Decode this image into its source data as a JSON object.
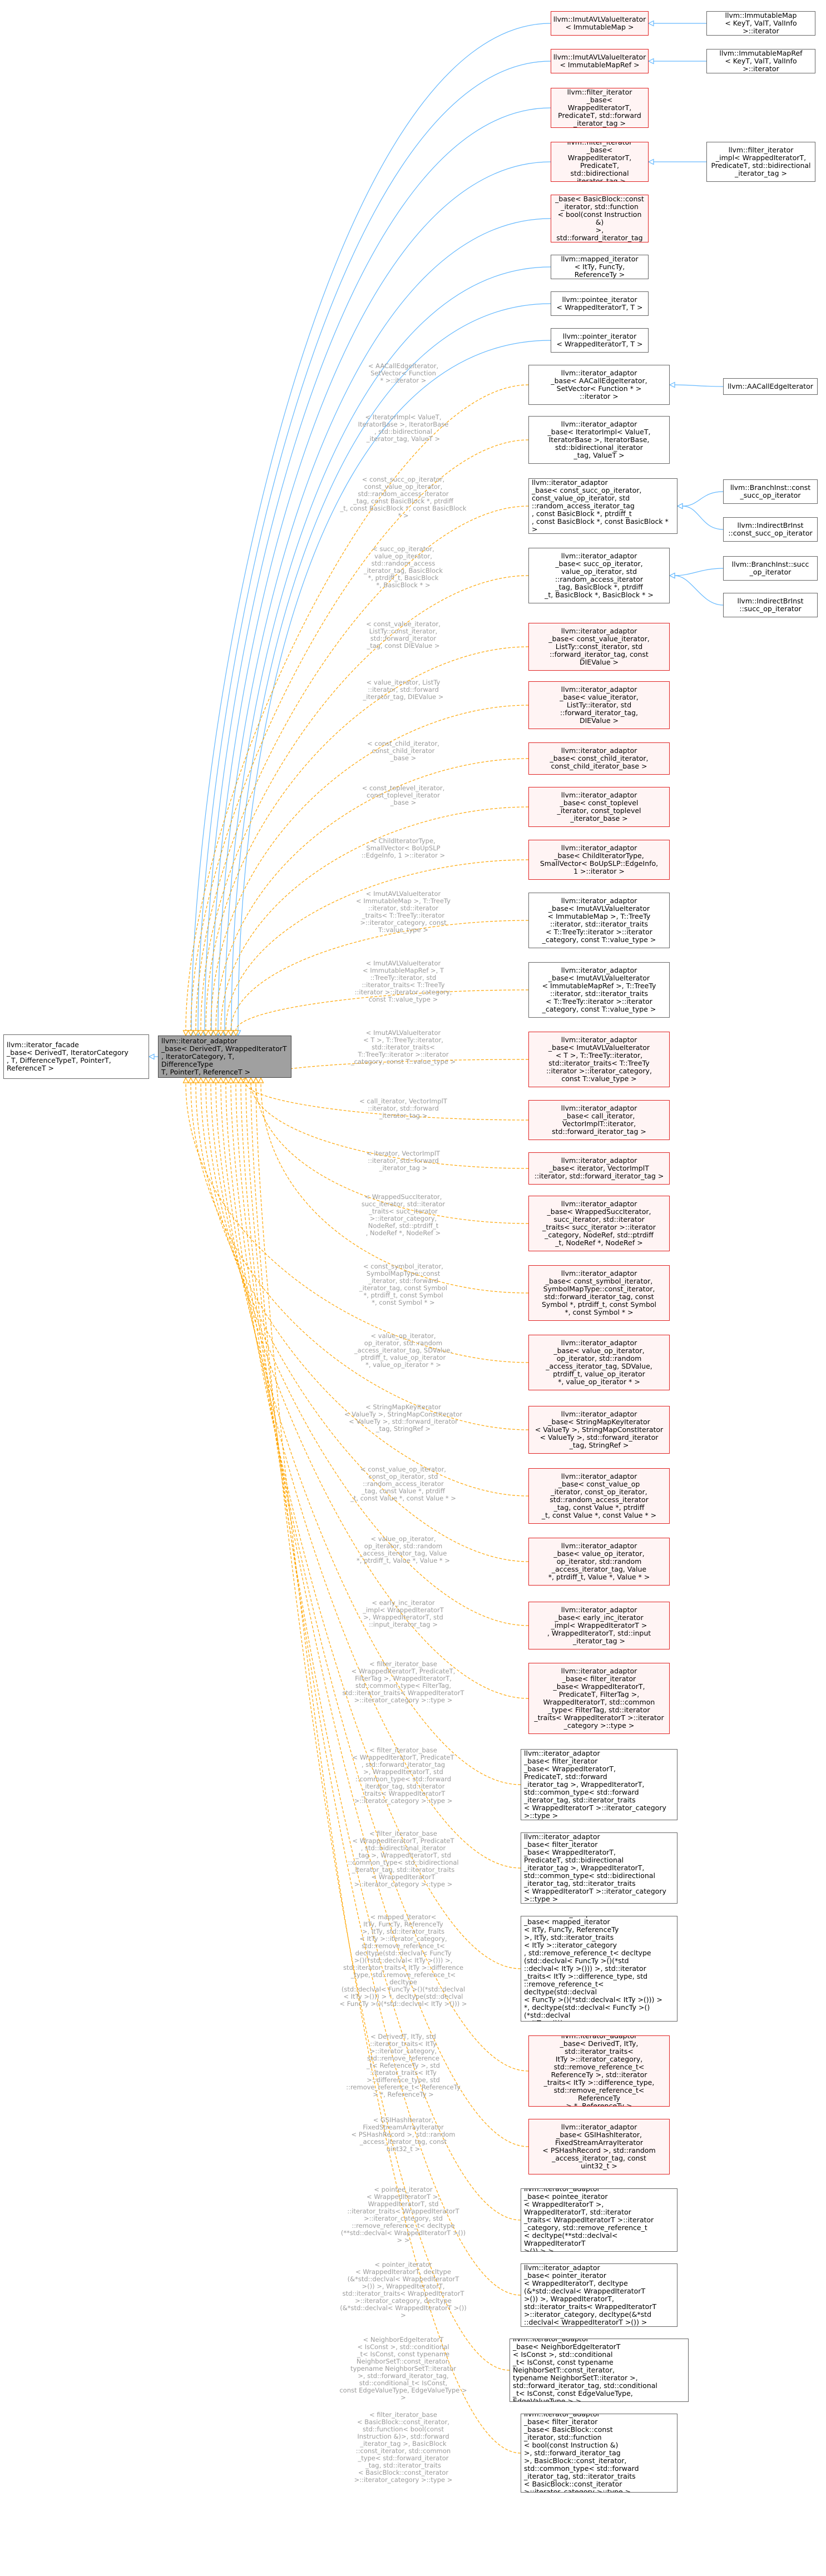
{
  "colors": {
    "solid_edge": "#63b8ff",
    "dashed_edge": "#ffa500",
    "red_border": "#e02020",
    "gray_border": "#666666",
    "focus_fill": "#a0a0a0",
    "label_text": "#9a9a9a"
  },
  "nodes": {
    "base": "llvm::iterator_facade\n_base< DerivedT, IteratorCategory\n, T, DifferenceTypeT, PointerT,\n ReferenceT >",
    "focus": "llvm::iterator_adaptor\n_base< DerivedT, WrappedIteratorT\n, IteratorCategory, T, DifferenceType\nT, PointerT, ReferenceT >",
    "imm_val": "llvm::ImutAVLValueIterator\n< ImmutableMap >",
    "imm_val_ref": "llvm::ImutAVLValueIterator\n< ImmutableMapRef >",
    "filter_fwd": "llvm::filter_iterator\n_base< WrappedIteratorT,\n PredicateT, std::forward\n_iterator_tag >",
    "filter_bidi": "llvm::filter_iterator\n_base< WrappedIteratorT,\n PredicateT, std::bidirectional\n_iterator_tag >",
    "filter_bb": "llvm::filter_iterator\n_base< BasicBlock::const\n_iterator, std::function\n< bool(const Instruction &)\n>, std::forward_iterator_tag >",
    "mapped": "llvm::mapped_iterator\n< ItTy, FuncTy, ReferenceTy >",
    "pointee": "llvm::pointee_iterator\n< WrappedIteratorT, T >",
    "pointer": "llvm::pointer_iterator\n< WrappedIteratorT, T >",
    "aacall": "llvm::iterator_adaptor\n_base< AACallEdgeIterator,\n SetVector< Function * >\n::iterator >",
    "bounded": "llvm::iterator_adaptor\n_base< IteratorImpl< ValueT,\n IteratorBase >, IteratorBase,\n std::bidirectional_iterator\n_tag, ValueT >",
    "const_succ": "llvm::iterator_adaptor\n_base< const_succ_op_iterator,\n const_value_op_iterator, std\n::random_access_iterator_tag\n, const BasicBlock *, ptrdiff_t\n, const BasicBlock *, const BasicBlock * >",
    "succ": "llvm::iterator_adaptor\n_base< succ_op_iterator,\n value_op_iterator, std\n::random_access_iterator\n_tag, BasicBlock *, ptrdiff\n_t, BasicBlock *, BasicBlock * >",
    "const_val": "llvm::iterator_adaptor\n_base< const_value_iterator,\n ListTy::const_iterator, std\n::forward_iterator_tag, const\n DIEValue >",
    "val_iter": "llvm::iterator_adaptor\n_base< value_iterator,\n ListTy::iterator, std\n::forward_iterator_tag,\n DIEValue >",
    "const_child": "llvm::iterator_adaptor\n_base< const_child_iterator,\n const_child_iterator_base >",
    "const_top": "llvm::iterator_adaptor\n_base< const_toplevel\n_iterator, const_toplevel\n_iterator_base >",
    "child_iter": "llvm::iterator_adaptor\n_base< ChildIteratorType,\n SmallVector< BoUpSLP::EdgeInfo,\n 1 >::iterator >",
    "imm_tree": "llvm::iterator_adaptor\n_base< ImutAVLValueIterator\n< ImmutableMap >, T::TreeTy\n::iterator, std::iterator_traits\n< T::TreeTy::iterator >::iterator\n_category, const T::value_type >",
    "imm_tree_ref": "llvm::iterator_adaptor\n_base< ImutAVLValueIterator\n< ImmutableMapRef >, T::TreeTy\n::iterator, std::iterator_traits\n< T::TreeTy::iterator >::iterator\n_category, const T::value_type >",
    "imm_tree_t": "llvm::iterator_adaptor\n_base< ImutAVLValueIterator\n< T >, T::TreeTy::iterator,\n std::iterator_traits< T::TreeTy\n::iterator >::iterator_category,\n const T::value_type >",
    "call_iter": "llvm::iterator_adaptor\n_base< call_iterator,\n VectorImplT::iterator,\n std::forward_iterator_tag >",
    "vec_iter": "llvm::iterator_adaptor\n_base< iterator, VectorImplT\n::iterator, std::forward_iterator_tag >",
    "wrapped_succ": "llvm::iterator_adaptor\n_base< WrappedSuccIterator,\n succ_iterator, std::iterator\n_traits< succ_iterator >::iterator\n_category, NodeRef, std::ptrdiff\n_t, NodeRef *, NodeRef >",
    "const_symbol": "llvm::iterator_adaptor\n_base< const_symbol_iterator,\n SymbolMapType::const_iterator,\n std::forward_iterator_tag, const\n Symbol *, ptrdiff_t, const Symbol\n *, const Symbol * >",
    "value_op": "llvm::iterator_adaptor\n_base< value_op_iterator,\n op_iterator, std::random\n_access_iterator_tag, SDValue,\n ptrdiff_t, value_op_iterator\n *, value_op_iterator * >",
    "string_map": "llvm::iterator_adaptor\n_base< StringMapKeyIterator\n< ValueTy >, StringMapConstIterator\n< ValueTy >, std::forward_iterator\n_tag, StringRef >",
    "const_value_op": "llvm::iterator_adaptor\n_base< const_value_op\n_iterator, const_op_iterator,\n std::random_access_iterator\n_tag, const Value *, ptrdiff\n_t, const Value *, const Value * >",
    "value_op2": "llvm::iterator_adaptor\n_base< value_op_iterator,\n op_iterator, std::random\n_access_iterator_tag, Value\n *, ptrdiff_t, Value *, Value * >",
    "early_inc": "llvm::iterator_adaptor\n_base< early_inc_iterator\n_impl< WrappedIteratorT >\n, WrappedIteratorT, std::input\n_iterator_tag >",
    "filter_adapt1": "llvm::iterator_adaptor\n_base< filter_iterator\n_base< WrappedIteratorT,\n PredicateT, FilterTag >,\n WrappedIteratorT, std::common\n_type< FilterTag, std::iterator\n_traits< WrappedIteratorT >::iterator\n_category >::type >",
    "filter_adapt2": "llvm::iterator_adaptor\n_base< filter_iterator\n_base< WrappedIteratorT,\n PredicateT, std::forward\n_iterator_tag >, WrappedIteratorT,\n std::common_type< std::forward\n_iterator_tag, std::iterator_traits\n< WrappedIteratorT >::iterator_category >::type >",
    "filter_adapt3": "llvm::iterator_adaptor\n_base< filter_iterator\n_base< WrappedIteratorT,\n PredicateT, std::bidirectional\n_iterator_tag >, WrappedIteratorT,\n std::common_type< std::bidirectional\n_iterator_tag, std::iterator_traits\n< WrappedIteratorT >::iterator_category >::type >",
    "mapped_adapt": "llvm::iterator_adaptor\n_base< mapped_iterator\n< ItTy, FuncTy, ReferenceTy\n >, ItTy, std::iterator_traits\n< ItTy >::iterator_category\n, std::remove_reference_t< decltype\n(std::declval< FuncTy >()(*std\n::declval< ItTy >())) >, std::iterator\n_traits< ItTy >::difference_type, std\n::remove_reference_t< decltype(std::declval\n< FuncTy >()(*std::declval< ItTy >())) >\n *, decltype(std::declval< FuncTy >()(*std::declval\n< ItTy >())) >",
    "derived_adapt": "llvm::iterator_adaptor\n_base< DerivedT, ItTy,\n std::iterator_traits<\n ItTy >::iterator_category,\n std::remove_reference_t<\n ReferenceTy >, std::iterator\n_traits< ItTy >::difference_type,\n std::remove_reference_t< ReferenceTy\n > *, ReferenceTy >",
    "gsi_hash": "llvm::iterator_adaptor\n_base< GSIHashIterator,\n FixedStreamArrayIterator\n< PSHashRecord >, std::random\n_access_iterator_tag, const\n uint32_t >",
    "pointee_adapt": "llvm::iterator_adaptor\n_base< pointee_iterator\n< WrappedIteratorT >,\n WrappedIteratorT, std::iterator\n_traits< WrappedIteratorT >::iterator\n_category, std::remove_reference_t\n< decltype(**std::declval< WrappedIteratorT\n >()) > >",
    "pointer_adapt": "llvm::iterator_adaptor\n_base< pointer_iterator\n< WrappedIteratorT, decltype\n(&*std::declval< WrappedIteratorT\n >()) >, WrappedIteratorT,\n std::iterator_traits< WrappedIteratorT\n >::iterator_category, decltype(&*std\n::declval< WrappedIteratorT >()) >",
    "neighbor": "llvm::iterator_adaptor\n_base< NeighborEdgeIteratorT\n< IsConst >, std::conditional\n_t< IsConst, const typename\n NeighborSetT::const_iterator,\n typename NeighborSetT::iterator >,\n std::forward_iterator_tag, std::conditional\n_t< IsConst, const EdgeValueType, EdgeValueType > >",
    "filter_bb_adapt": "llvm::iterator_adaptor\n_base< filter_iterator\n_base< BasicBlock::const\n_iterator, std::function\n< bool(const Instruction &)\n>, std::forward_iterator_tag\n >, BasicBlock::const_iterator,\n std::common_type< std::forward\n_iterator_tag, std::iterator_traits\n< BasicBlock::const_iterator >::iterator_category >::type >",
    "r_imm_map": "llvm::ImmutableMap\n< KeyT, ValT, ValInfo\n >::iterator",
    "r_imm_map_ref": "llvm::ImmutableMapRef\n< KeyT, ValT, ValInfo\n >::iterator",
    "r_filter_impl": "llvm::filter_iterator\n_impl< WrappedIteratorT,\n PredicateT, std::bidirectional\n_iterator_tag >",
    "r_aacall": "llvm::AACallEdgeIterator",
    "r_branch_const": "llvm::BranchInst::const\n_succ_op_iterator",
    "r_indirect_const": "llvm::IndirectBrInst\n::const_succ_op_iterator",
    "r_branch": "llvm::BranchInst::succ\n_op_iterator",
    "r_indirect": "llvm::IndirectBrInst\n::succ_op_iterator"
  },
  "edge_labels": {
    "aacall": "< AACallEdgeIterator,\n SetVector< Function\n * >::iterator >",
    "bounded": "< IteratorImpl< ValueT,\n IteratorBase >, IteratorBase\n, std::bidirectional\n_iterator_tag, ValueT >",
    "const_succ": "< const_succ_op_iterator,\n const_value_op_iterator,\n std::random_access_iterator\n_tag, const BasicBlock *, ptrdiff\n_t, const BasicBlock *, const BasicBlock * >",
    "succ": "< succ_op_iterator,\n value_op_iterator,\n std::random_access\n_iterator_tag, BasicBlock\n *, ptrdiff_t, BasicBlock\n *, BasicBlock * >",
    "const_val": "< const_value_iterator,\n ListTy::const_iterator,\n std::forward_iterator\n_tag, const DIEValue >",
    "val_iter": "< value_iterator, ListTy\n::iterator, std::forward\n_iterator_tag, DIEValue >",
    "const_child": "< const_child_iterator,\n const_child_iterator\n_base >",
    "const_top": "< const_toplevel_iterator,\n const_toplevel_iterator\n_base >",
    "child_iter": "< ChildIteratorType,\n SmallVector< BoUpSLP\n::EdgeInfo, 1 >::iterator >",
    "imm_tree": "< ImutAVLValueIterator\n< ImmutableMap >, T::TreeTy\n::iterator, std::iterator\n_traits< T::TreeTy::iterator\n >::iterator_category, const\n T::value_type >",
    "imm_tree_ref": "< ImutAVLValueIterator\n< ImmutableMapRef >, T\n::TreeTy::iterator, std\n::iterator_traits< T::TreeTy\n::iterator >::iterator_category,\n const T::value_type >",
    "imm_tree_t": "< ImutAVLValueIterator\n< T >, T::TreeTy::iterator,\n std::iterator_traits<\n T::TreeTy::iterator >::iterator\n_category, const T::value_type >",
    "call_iter": "< call_iterator, VectorImplT\n::iterator, std::forward\n_iterator_tag >",
    "vec_iter": "< iterator, VectorImplT\n::iterator, std::forward\n_iterator_tag >",
    "wrapped_succ": "< WrappedSuccIterator,\n succ_iterator, std::iterator\n_traits< succ_iterator\n >::iterator_category,\n NodeRef, std::ptrdiff_t\n, NodeRef *, NodeRef >",
    "const_symbol": "< const_symbol_iterator,\n SymbolMapType::const\n_iterator, std::forward\n_iterator_tag, const Symbol\n *, ptrdiff_t, const Symbol\n *, const Symbol * >",
    "value_op": "< value_op_iterator,\n op_iterator, std::random\n_access_iterator_tag, SDValue,\n ptrdiff_t, value_op_iterator\n *, value_op_iterator * >",
    "string_map": "< StringMapKeyIterator\n< ValueTy >, StringMapConstIterator\n< ValueTy >, std::forward_iterator\n_tag, StringRef >",
    "const_value_op": "< const_value_op_iterator,\n const_op_iterator, std\n::random_access_iterator\n_tag, const Value *, ptrdiff\n_t, const Value *, const Value * >",
    "value_op2": "< value_op_iterator,\n op_iterator, std::random\n_access_iterator_tag, Value\n *, ptrdiff_t, Value *, Value * >",
    "early_inc": "< early_inc_iterator\n_impl< WrappedIteratorT\n >, WrappedIteratorT, std\n::input_iterator_tag >",
    "filter_adapt1": "< filter_iterator_base\n< WrappedIteratorT, PredicateT,\n FilterTag >, WrappedIteratorT,\n std::common_type< FilterTag,\n std::iterator_traits< WrappedIteratorT\n >::iterator_category >::type >",
    "filter_adapt2": "< filter_iterator_base\n< WrappedIteratorT, PredicateT\n, std::forward_iterator_tag\n >, WrappedIteratorT, std\n::common_type< std::forward\n_iterator_tag, std::iterator\n_traits< WrappedIteratorT\n >::iterator_category >::type >",
    "filter_adapt3": "< filter_iterator_base\n< WrappedIteratorT, PredicateT\n, std::bidirectional_iterator\n_tag >, WrappedIteratorT, std\n::common_type< std::bidirectional\n_iterator_tag, std::iterator_traits\n< WrappedIteratorT >::iterator_category >::type >",
    "mapped_adapt": "< mapped_iterator<\n ItTy, FuncTy, ReferenceTy\n >, ItTy, std::iterator_traits\n< ItTy >::iterator_category,\n std::remove_reference_t<\n decltype(std::declval< FuncTy\n >()(*std::declval< ItTy >())) >,\n std::iterator_traits< ItTy >::difference\n_type, std::remove_reference_t< decltype\n(std::declval< FuncTy >()(*std::declval\n< ItTy >())) > *, decltype(std::declval\n< FuncTy >()(*std::declval< ItTy >())) >",
    "derived_adapt": "< DerivedT, ItTy, std\n::iterator_traits< ItTy\n >::iterator_category,\n std::remove_reference\n_t< ReferenceTy >, std\n::iterator_traits< ItTy\n >::difference_type, std\n::remove_reference_t< ReferenceTy\n > *, ReferenceTy >",
    "gsi_hash": "< GSIHashIterator,\n FixedStreamArrayIterator\n< PSHashRecord >, std::random\n_access_iterator_tag, const\n uint32_t >",
    "pointee_adapt": "< pointee_iterator\n< WrappedIteratorT >,\n WrappedIteratorT, std\n::iterator_traits< WrappedIteratorT\n >::iterator_category, std\n::remove_reference_t< decltype\n(**std::declval< WrappedIteratorT >()) > >",
    "pointer_adapt": "< pointer_iterator\n< WrappedIteratorT, decltype\n(&*std::declval< WrappedIteratorT\n >()) >, WrappedIteratorT,\n std::iterator_traits< WrappedIteratorT\n >::iterator_category, decltype\n(&*std::declval< WrappedIteratorT >()) >",
    "neighbor": "< NeighborEdgeIteratorT\n< IsConst >, std::conditional\n_t< IsConst, const typename\n NeighborSetT::const_iterator,\n typename NeighborSetT::iterator\n >, std::forward_iterator_tag,\n std::conditional_t< IsConst,\n const EdgeValueType, EdgeValueType > >",
    "filter_bb_adapt": "< filter_iterator_base\n< BasicBlock::const_iterator,\n std::function< bool(const\n Instruction &)>, std::forward\n_iterator_tag >, BasicBlock\n::const_iterator, std::common\n_type< std::forward_iterator\n_tag, std::iterator_traits\n< BasicBlock::const_iterator\n >::iterator_category >::type >"
  }
}
